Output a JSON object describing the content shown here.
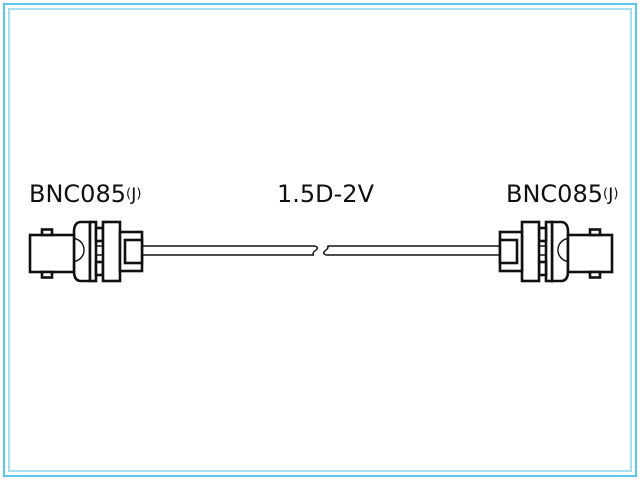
{
  "frame": {
    "border_outer_color": "#5bc6e7",
    "border_inner_color": "#a5dff2",
    "background_color": "#ffffff"
  },
  "drawing": {
    "ink_color": "#101010",
    "left_connector": {
      "label": "BNC085(J)",
      "label_prefix": "BNC085",
      "paren_open": "(",
      "jack_letter": "J",
      "paren_close": ")"
    },
    "cable": {
      "label": "1.5D-2V"
    },
    "right_connector": {
      "label": "BNC085(J)",
      "label_prefix": "BNC085",
      "paren_open": "(",
      "jack_letter": "J",
      "paren_close": ")"
    }
  }
}
